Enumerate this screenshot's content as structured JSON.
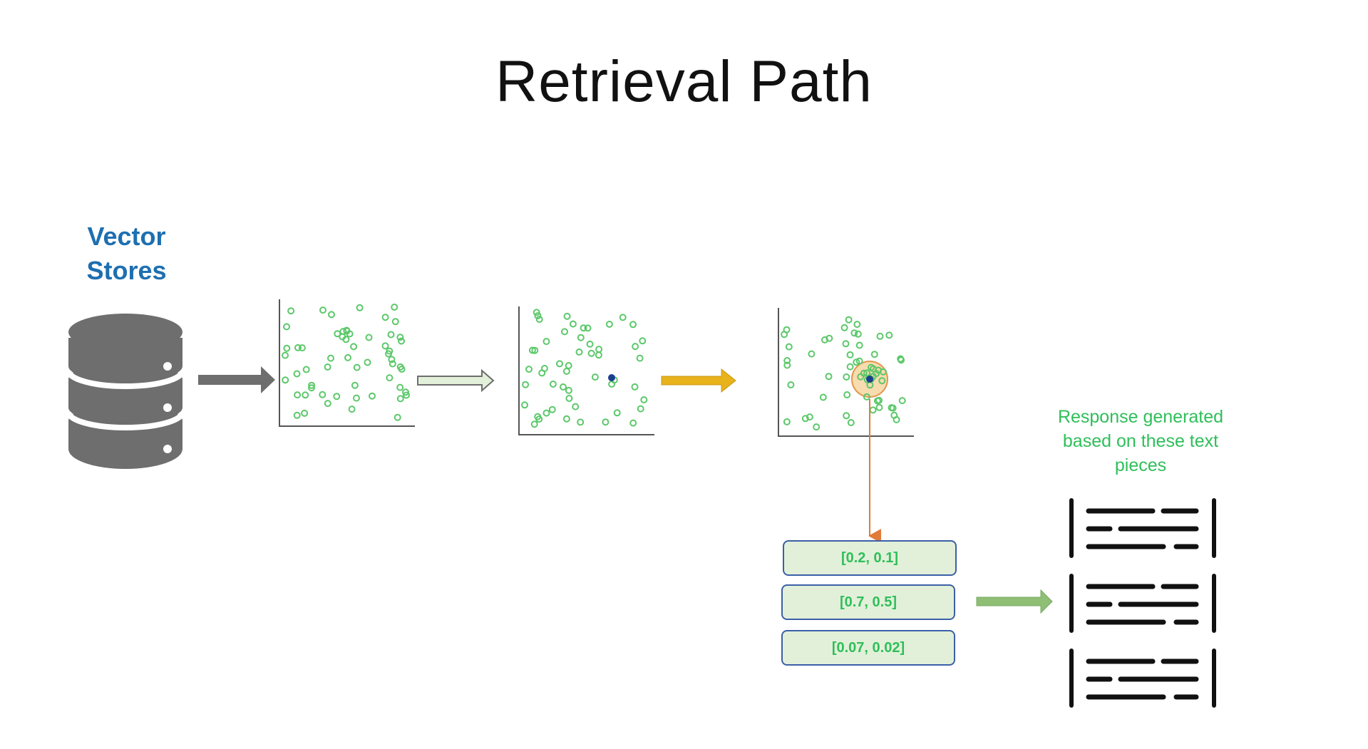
{
  "title": "Retrieval Path",
  "vector_stores_label": [
    "Vector",
    "Stores"
  ],
  "response_caption": [
    "Response generated",
    "based on these text",
    "pieces"
  ],
  "vectors": [
    "[0.2, 0.1]",
    "[0.7, 0.5]",
    "[0.07, 0.02]"
  ],
  "colors": {
    "title": "#111111",
    "vector_stores": "#1e6fb0",
    "database": "#6e6e6e",
    "points": "#5cc86a",
    "query_point": "#1b3f8f",
    "arrow_dark": "#6e6e6e",
    "arrow_light": "#e2f0d9",
    "arrow_gold": "#e8b21b",
    "arrow_green": "#8fbf75",
    "highlight_circle": "#f6d9a6",
    "connector": "#e07b39",
    "response_text": "#2fbf5a",
    "vector_box_fill": "#e2f0d9",
    "vector_box_border": "#3b5fa8",
    "document_lines": "#111111"
  },
  "icons": [
    "database-icon",
    "document-icon"
  ]
}
